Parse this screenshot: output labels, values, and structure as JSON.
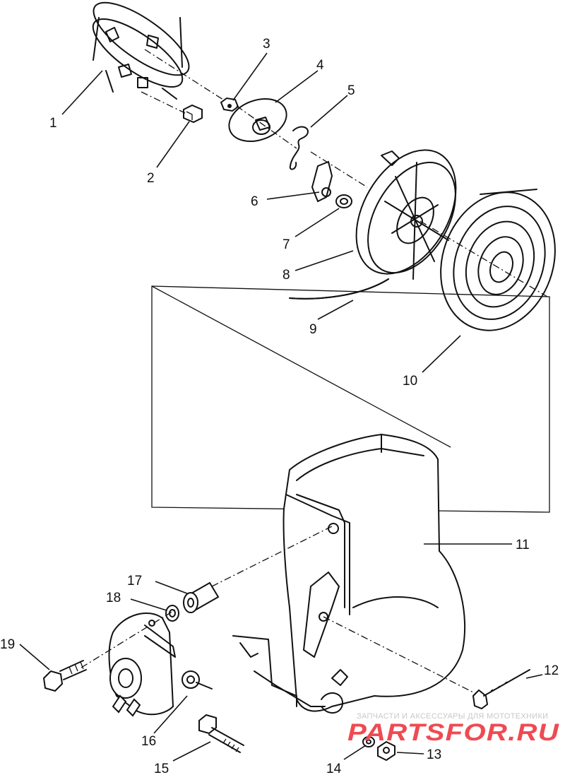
{
  "callouts": [
    "1",
    "2",
    "3",
    "4",
    "5",
    "6",
    "7",
    "8",
    "9",
    "10",
    "11",
    "12",
    "13",
    "14",
    "15",
    "16",
    "17",
    "18",
    "19"
  ],
  "watermark": {
    "small_text": "ЗАПЧАСТИ И АКСЕССУАРЫ ДЛЯ МОТОТЕХНИКИ",
    "brand_text": "PARTSFOR.RU",
    "brand_color": "#ef4a52"
  }
}
